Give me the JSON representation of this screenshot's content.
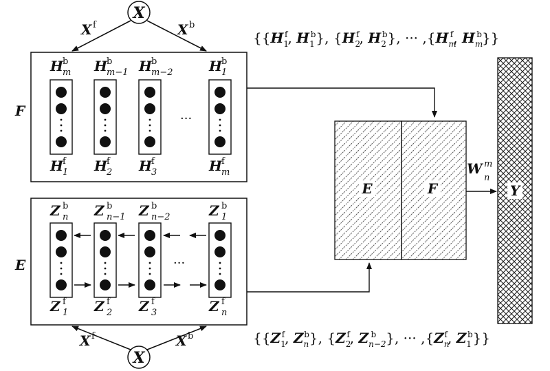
{
  "input_node": {
    "symbol": "X"
  },
  "top_edges": {
    "forward": "X",
    "forward_sup": "f",
    "backward": "X",
    "backward_sup": "b"
  },
  "bottom_edges": {
    "forward": "X",
    "forward_sup": "f",
    "backward": "X",
    "backward_sup": "b"
  },
  "block_F": {
    "label": "F",
    "top_labels": [
      {
        "base": "H",
        "sup": "b",
        "sub": "m"
      },
      {
        "base": "H",
        "sup": "b",
        "sub": "m−1"
      },
      {
        "base": "H",
        "sup": "b",
        "sub": "m−2"
      },
      {
        "base": "H",
        "sup": "b",
        "sub": "1"
      }
    ],
    "bottom_labels": [
      {
        "base": "H",
        "sup": "f",
        "sub": "1"
      },
      {
        "base": "H",
        "sup": "f",
        "sub": "2"
      },
      {
        "base": "H",
        "sup": "f",
        "sub": "3"
      },
      {
        "base": "H",
        "sup": "f",
        "sub": "m"
      }
    ],
    "ellipsis": "···",
    "pairs_text": "{{H1f, H1b}, {H2f, H2b}, ··· ,{Hmf, Hmb}}"
  },
  "block_E": {
    "label": "E",
    "top_labels": [
      {
        "base": "Z",
        "sup": "b",
        "sub": "n"
      },
      {
        "base": "Z",
        "sup": "b",
        "sub": "n−1"
      },
      {
        "base": "Z",
        "sup": "b",
        "sub": "n−2"
      },
      {
        "base": "Z",
        "sup": "b",
        "sub": "1"
      }
    ],
    "bottom_labels": [
      {
        "base": "Z",
        "sup": "f",
        "sub": "1"
      },
      {
        "base": "Z",
        "sup": "f",
        "sub": "2"
      },
      {
        "base": "Z",
        "sup": "f",
        "sub": "3"
      },
      {
        "base": "Z",
        "sup": "f",
        "sub": "n"
      }
    ],
    "ellipsis": "···",
    "pairs_text": "{{Z1f, Znb}, {Z2f, Zn−2b}, ··· ,{Znf, Z1b}}"
  },
  "concat": {
    "left_label": "E",
    "right_label": "F"
  },
  "weight": {
    "base": "W",
    "sup": "m",
    "sub": "n"
  },
  "output": {
    "label": "Y"
  },
  "colors": {
    "stroke": "#111111",
    "hatch": "#555555",
    "background": "#ffffff"
  }
}
